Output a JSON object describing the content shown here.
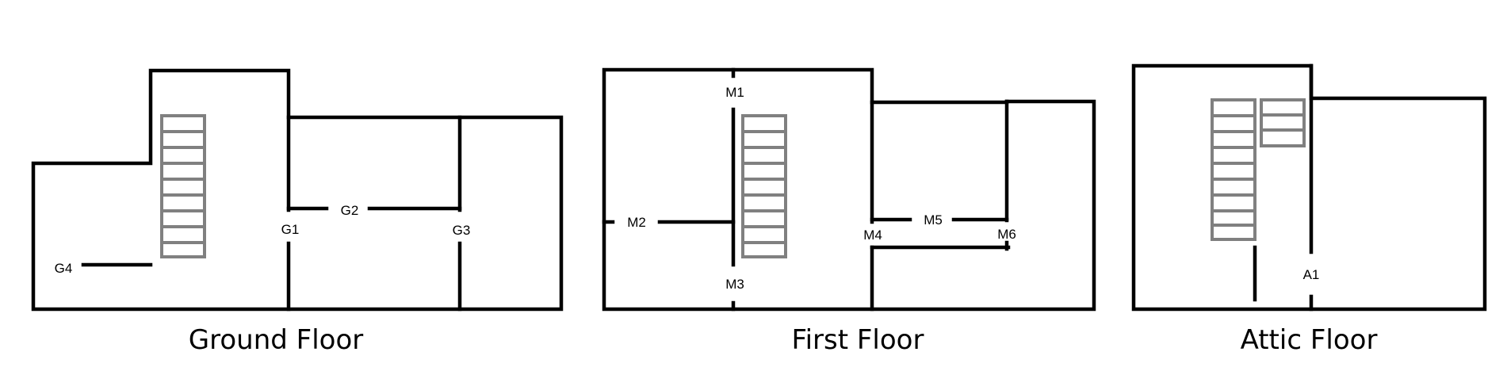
{
  "floors": {
    "ground": {
      "title": "Ground Floor",
      "labels": {
        "g1": "G1",
        "g2": "G2",
        "g3": "G3",
        "g4": "G4"
      }
    },
    "first": {
      "title": "First Floor",
      "labels": {
        "m1": "M1",
        "m2": "M2",
        "m3": "M3",
        "m4": "M4",
        "m5": "M5",
        "m6": "M6"
      }
    },
    "attic": {
      "title": "Attic Floor",
      "labels": {
        "a1": "A1"
      }
    }
  },
  "colors": {
    "walls": "#000000",
    "stairs": "#808080",
    "background": "#ffffff"
  }
}
